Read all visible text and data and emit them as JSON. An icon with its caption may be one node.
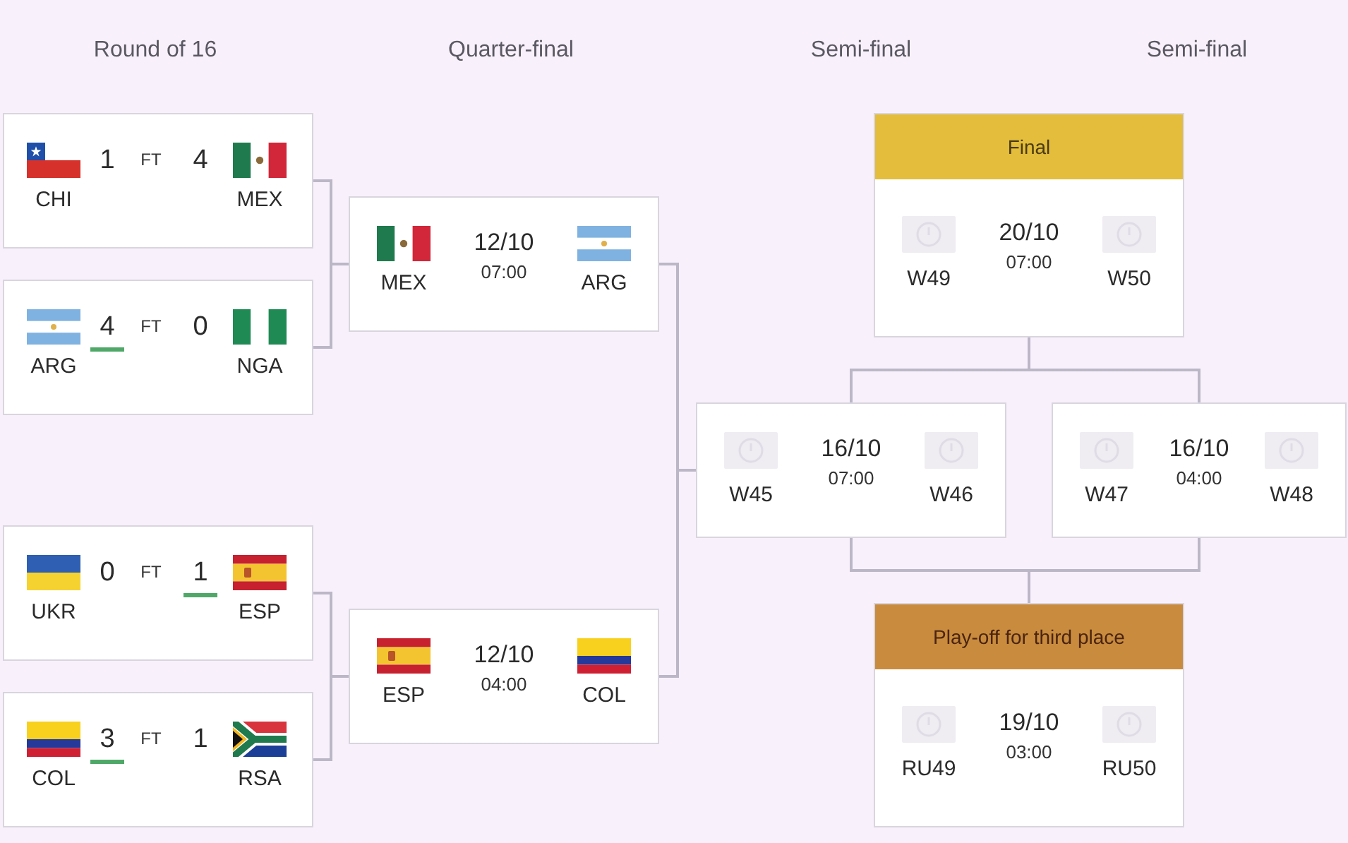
{
  "diagram": {
    "nodes": [
      {
        "text": [
          "CHI",
          "1",
          "FT",
          "4",
          "MEX"
        ]
      },
      {
        "text": [
          "ARG",
          "4",
          "FT",
          "0",
          "NGA"
        ]
      },
      {
        "text": [
          "UKR",
          "0",
          "FT",
          "1",
          "ESP"
        ]
      },
      {
        "text": [
          "COL",
          "3",
          "FT",
          "1",
          "RSA"
        ]
      },
      {
        "text": [
          "MEX",
          "12/10",
          "07:00",
          "ARG"
        ]
      },
      {
        "text": [
          "ESP",
          "12/10",
          "04:00",
          "COL"
        ]
      },
      {
        "text": [
          "Final",
          "W49",
          "20/10",
          "07:00",
          "W50"
        ]
      },
      {
        "text": [
          "W45",
          "16/10",
          "07:00",
          "W46"
        ]
      },
      {
        "text": [
          "W47",
          "16/10",
          "04:00",
          "W48"
        ]
      },
      {
        "text": [
          "Play-off for third place",
          "RU49",
          "19/10",
          "03:00",
          "RU50"
        ]
      }
    ],
    "edges": [
      {
        "from": 0,
        "to": 4,
        "arrow": "none"
      },
      {
        "from": 1,
        "to": 4,
        "arrow": "none"
      },
      {
        "from": 2,
        "to": 5,
        "arrow": "none"
      },
      {
        "from": 3,
        "to": 5,
        "arrow": "none"
      },
      {
        "from": 4,
        "to": 7,
        "arrow": "none"
      },
      {
        "from": 5,
        "to": 7,
        "arrow": "none"
      },
      {
        "from": 7,
        "to": 6,
        "arrow": "none"
      },
      {
        "from": 8,
        "to": 6,
        "arrow": "none"
      },
      {
        "from": 7,
        "to": 9,
        "arrow": "none"
      },
      {
        "from": 8,
        "to": 9,
        "arrow": "none"
      }
    ],
    "labels": [
      "Round of 16",
      "Quarter-final",
      "Semi-final",
      "Semi-final"
    ]
  }
}
